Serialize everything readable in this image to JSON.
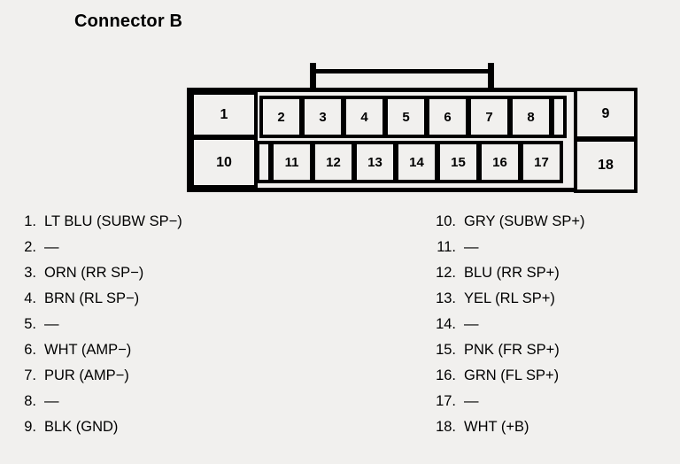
{
  "title": "Connector B",
  "connector": {
    "top_row": [
      "1",
      "2",
      "3",
      "4",
      "5",
      "6",
      "7",
      "8",
      "9"
    ],
    "bottom_row": [
      "10",
      "11",
      "12",
      "13",
      "14",
      "15",
      "16",
      "17",
      "18"
    ],
    "latch_icon": "locking-tab"
  },
  "pins_left": [
    {
      "num": "1.",
      "desc": "LT BLU (SUBW SP−)"
    },
    {
      "num": "2.",
      "desc": "—"
    },
    {
      "num": "3.",
      "desc": "ORN (RR SP−)"
    },
    {
      "num": "4.",
      "desc": "BRN (RL SP−)"
    },
    {
      "num": "5.",
      "desc": "—"
    },
    {
      "num": "6.",
      "desc": "WHT (AMP−)"
    },
    {
      "num": "7.",
      "desc": "PUR (AMP−)"
    },
    {
      "num": "8.",
      "desc": "—"
    },
    {
      "num": "9.",
      "desc": "BLK (GND)"
    }
  ],
  "pins_right": [
    {
      "num": "10.",
      "desc": "GRY (SUBW SP+)"
    },
    {
      "num": "11.",
      "desc": "—"
    },
    {
      "num": "12.",
      "desc": "BLU (RR SP+)"
    },
    {
      "num": "13.",
      "desc": "YEL (RL SP+)"
    },
    {
      "num": "14.",
      "desc": "—"
    },
    {
      "num": "15.",
      "desc": "PNK (FR SP+)"
    },
    {
      "num": "16.",
      "desc": "GRN (FL SP+)"
    },
    {
      "num": "17.",
      "desc": "—"
    },
    {
      "num": "18.",
      "desc": "WHT (+B)"
    }
  ],
  "colors": {
    "ink": "#000000",
    "page": "#f1f0ee"
  }
}
